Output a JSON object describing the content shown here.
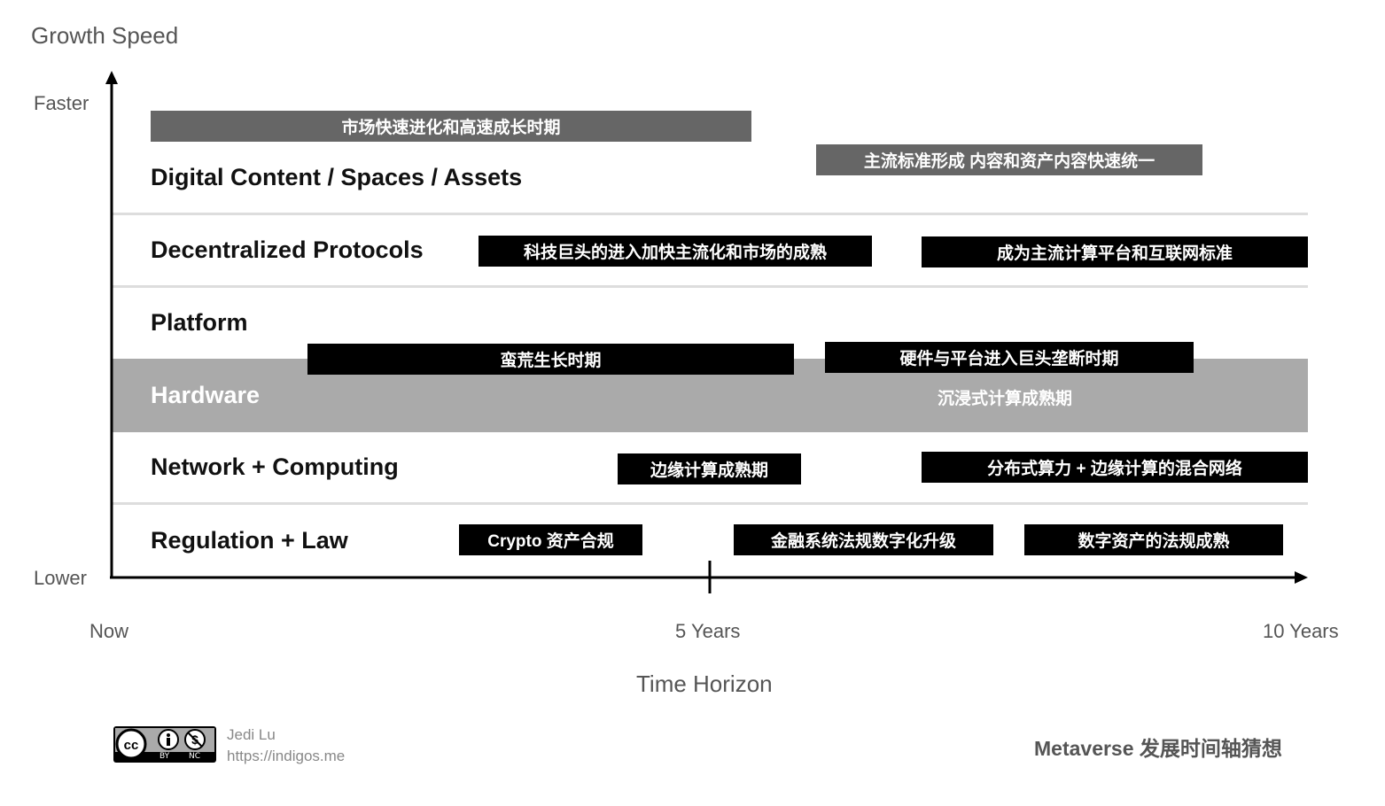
{
  "axes": {
    "y_title": "Growth Speed",
    "y_top": "Faster",
    "y_bottom": "Lower",
    "x_title": "Time Horizon",
    "x_ticks": [
      "Now",
      "5 Years",
      "10 Years"
    ]
  },
  "rows": [
    {
      "label": "Digital Content / Spaces / Assets"
    },
    {
      "label": "Decentralized Protocols"
    },
    {
      "label": "Platform"
    },
    {
      "label": "Hardware",
      "band_text": "沉浸式计算成熟期"
    },
    {
      "label": "Network + Computing"
    },
    {
      "label": "Regulation + Law"
    }
  ],
  "bars": {
    "dc_1": "市场快速进化和高速成长时期",
    "dc_2": "主流标准形成 内容和资产内容快速统一",
    "dp_1": "科技巨头的进入加快主流化和市场的成熟",
    "dp_2": "成为主流计算平台和互联网标准",
    "pl_1": "蛮荒生长时期",
    "pl_2": "硬件与平台进入巨头垄断时期",
    "nc_1": "边缘计算成熟期",
    "nc_2": "分布式算力 + 边缘计算的混合网络",
    "rl_1": "Crypto 资产合规",
    "rl_2": "金融系统法规数字化升级",
    "rl_3": "数字资产的法规成熟"
  },
  "footer": {
    "license_by": "BY",
    "license_nc": "NC",
    "author": "Jedi Lu",
    "url": "https://indigos.me",
    "title": "Metaverse 发展时间轴猜想"
  },
  "colors": {
    "black_bar": "#000000",
    "gray_bar": "#666666",
    "hardware_band": "#aaaaaa",
    "axis": "#000000"
  }
}
